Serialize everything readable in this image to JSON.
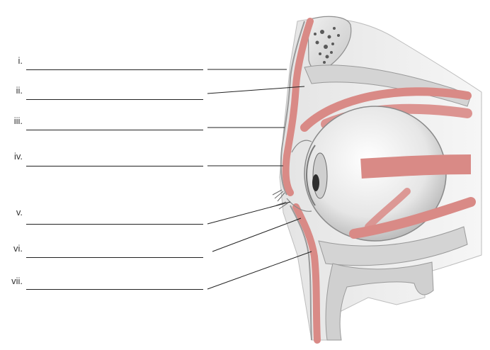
{
  "labels": [
    {
      "numeral": "i."
    },
    {
      "numeral": "ii."
    },
    {
      "numeral": "iii."
    },
    {
      "numeral": "iv."
    },
    {
      "numeral": "v."
    },
    {
      "numeral": "vi."
    },
    {
      "numeral": "vii."
    }
  ],
  "colors": {
    "muscle": "#d98a86",
    "muscle_dark": "#b4605c",
    "bone": "#d9d9d9",
    "bone_edge": "#9a9a9a",
    "eye": "#f4f4f4",
    "leader": "#222222"
  }
}
